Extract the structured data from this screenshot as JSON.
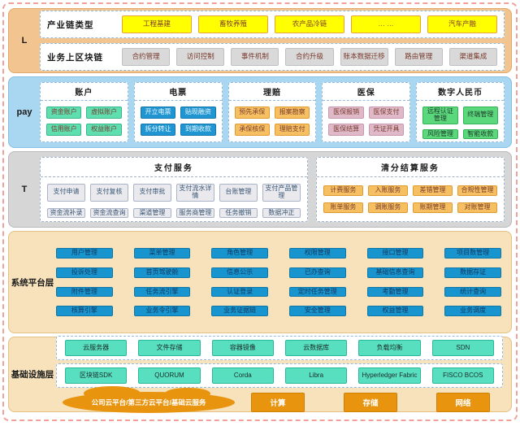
{
  "layers": {
    "l": {
      "label": "L",
      "rows": [
        {
          "title": "产业链类型",
          "items": [
            "工程基建",
            "畜牧养殖",
            "农产品冷链",
            "… …",
            "汽车产融"
          ]
        },
        {
          "title": "业务上区块链",
          "items": [
            "合约管理",
            "访问控制",
            "事件机制",
            "合约升级",
            "账本数据迁移",
            "路由管理",
            "渠道集成"
          ]
        }
      ]
    },
    "pay": {
      "label": "pay",
      "groups": [
        {
          "title": "账户",
          "items": [
            "资金账户",
            "虚拟账户",
            "信用账户",
            "权益账户"
          ]
        },
        {
          "title": "电票",
          "items": [
            "开立电票",
            "贴现融资",
            "拆分转让",
            "到期收款"
          ]
        },
        {
          "title": "理赔",
          "items": [
            "预先承保",
            "报案勘察",
            "承保核保",
            "理赔支付"
          ]
        },
        {
          "title": "医保",
          "items": [
            "医保报销",
            "医保支付",
            "医保结算",
            "凭证开具"
          ]
        },
        {
          "title": "数字人民币",
          "items": [
            "远程认证管理",
            "终端管理",
            "风险管理",
            "智能收款"
          ]
        }
      ]
    },
    "t": {
      "label": "T",
      "groups": [
        {
          "title": "支付服务",
          "items": [
            "支付申请",
            "支付复核",
            "支付审批",
            "支付流水详情",
            "台账管理",
            "支付产品管理",
            "资金流补录",
            "资金流查询",
            "渠道管理",
            "服务商管理",
            "任务撤销",
            "数据冲正"
          ]
        },
        {
          "title": "清分结算服务",
          "items": [
            "计费服务",
            "入账服务",
            "差错管理",
            "合规性管理",
            "账单服务",
            "调账服务",
            "账期管理",
            "对账管理"
          ]
        }
      ]
    },
    "platform": {
      "label": "系统平台层",
      "items": [
        "用户管理",
        "菜单管理",
        "角色管理",
        "权限管理",
        "接口管理",
        "项目数管理",
        "投诉处理",
        "首页驾驶舱",
        "信息公示",
        "已办查询",
        "基础信息查询",
        "数据存证",
        "附件管理",
        "任务流引擎",
        "认证登录",
        "定时任务管理",
        "考勤管理",
        "统计查询",
        "核算引擎",
        "业务令引擎",
        "业务证据链",
        "安全管理",
        "权益管理",
        "业务调度"
      ]
    },
    "infra": {
      "label": "基础设施层",
      "rows": [
        [
          "云服务器",
          "文件存储",
          "容器镜像",
          "云数据库",
          "负载均衡",
          "SDN"
        ],
        [
          "区块链SDK",
          "QUORUM",
          "Corda",
          "Libra",
          "Hyperledger Fabric",
          "FISCO BCOS"
        ]
      ],
      "cloud": "公司云平台/第三方云平台/基础云服务",
      "resources": [
        "计算",
        "存储",
        "网络"
      ]
    }
  },
  "colors": {
    "accent_orange": "#e8940f",
    "yellow": "#ffff00",
    "mint": "#5fdfb0",
    "ebill_blue": "#1f96d2",
    "amber": "#f6c062",
    "pink": "#dfb9c8",
    "ecny_green": "#5cd87c",
    "platform_blue": "#1894ce",
    "infra_teal": "#57dfc0"
  }
}
